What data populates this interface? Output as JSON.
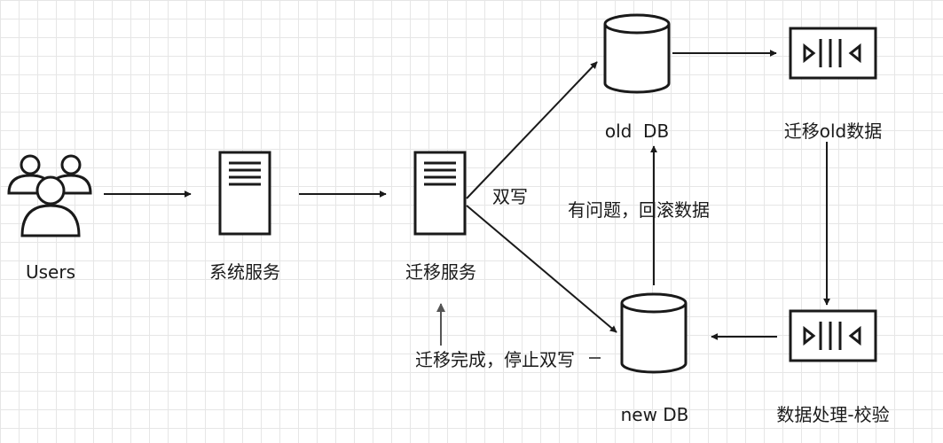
{
  "nodes": {
    "users": {
      "label": "Users",
      "icon": "users-icon"
    },
    "system_service": {
      "label": "系统服务",
      "icon": "server-icon"
    },
    "migration_service": {
      "label": "迁移服务",
      "icon": "server-icon"
    },
    "old_db": {
      "label": "old  DB",
      "icon": "database-icon"
    },
    "new_db": {
      "label": "new DB",
      "icon": "database-icon"
    },
    "migrate_old_data": {
      "label": "迁移old数据",
      "icon": "queue-icon"
    },
    "process_verify": {
      "label": "数据处理-校验",
      "icon": "queue-icon"
    }
  },
  "edges": {
    "dual_write": "双写",
    "rollback": "有问题，回滚数据",
    "migration_done": "迁移完成，停止双写"
  },
  "colors": {
    "stroke": "#1a1a1a",
    "muted_arrow": "#555555",
    "grid": "#e6e6e6"
  }
}
